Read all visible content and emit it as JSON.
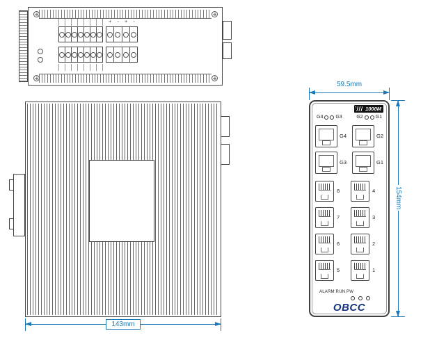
{
  "colors": {
    "dimension": "#1878b8",
    "line": "#444444",
    "badge_bg": "#111111",
    "brand": "#16337f"
  },
  "views": {
    "top": {
      "terminal_polarity": [
        "+",
        "-",
        "+",
        "-"
      ]
    },
    "side": {
      "dimension_width": "143mm"
    },
    "front": {
      "dimension_width": "59.5mm",
      "dimension_height": "154mm",
      "model_badge": "1000M",
      "brand": "OBCC",
      "top_leds": {
        "left": [
          "G4",
          "G3"
        ],
        "right": [
          "G2",
          "G1"
        ]
      },
      "sfp_ports": [
        "G4",
        "G2",
        "G3",
        "G1"
      ],
      "rj45_left": [
        "8",
        "7",
        "6",
        "5"
      ],
      "rj45_right": [
        "4",
        "3",
        "2",
        "1"
      ],
      "status_leds_label": "ALARM RUN PW"
    }
  }
}
